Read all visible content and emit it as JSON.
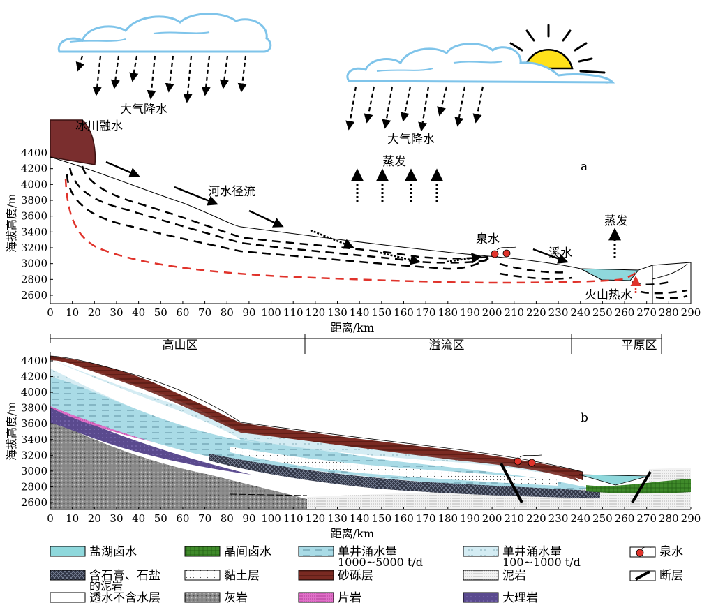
{
  "panel_a": {
    "label": "a",
    "ylabel": "海拔高度/m",
    "xlabel": "距离/km",
    "precip_left": "大气降水",
    "precip_right": "大气降水",
    "glacier": "冰川融水",
    "evap_mid": "蒸发",
    "evap_right": "蒸发",
    "river": "河水径流",
    "spring": "泉水",
    "stream": "溪水",
    "volcanic": "火山热水"
  },
  "panel_b": {
    "label": "b",
    "ylabel": "海拔高度/m",
    "xlabel": "距离/km",
    "zones": [
      "高山区",
      "溢流区",
      "平原区"
    ]
  },
  "axes": {
    "x_ticks": [
      "0",
      "10",
      "20",
      "30",
      "40",
      "50",
      "60",
      "70",
      "80",
      "90",
      "100",
      "110",
      "120",
      "130",
      "140",
      "150",
      "160",
      "170",
      "180",
      "190",
      "200",
      "210",
      "220",
      "230",
      "240",
      "250",
      "260",
      "270",
      "280",
      "290"
    ],
    "a_y_ticks": [
      "4400",
      "4200",
      "4000",
      "3800",
      "3600",
      "3400",
      "3200",
      "3000",
      "2800",
      "2600"
    ],
    "b_y_ticks": [
      "4400",
      "4200",
      "4000",
      "3800",
      "3600",
      "3400",
      "3200",
      "3000",
      "2800",
      "2600"
    ]
  },
  "legend": [
    {
      "label": "盐湖卤水",
      "swatch": "brine"
    },
    {
      "label": "晶间卤水",
      "swatch": "intercrystal"
    },
    {
      "label": "单井涌水量",
      "sub": "1000~5000 t/d",
      "swatch": "high_yield"
    },
    {
      "label": "单井涌水量",
      "sub": "100~1000 t/d",
      "swatch": "low_yield"
    },
    {
      "label": "泉水",
      "swatch": "spring"
    },
    {
      "label": "含石膏、石盐",
      "sub": "的泥岩",
      "swatch": "gypsum"
    },
    {
      "label": "黏土层",
      "swatch": "clay"
    },
    {
      "label": "砂砾层",
      "swatch": "gravel"
    },
    {
      "label": "泥岩",
      "swatch": "mudstone"
    },
    {
      "label": "断层",
      "swatch": "fault"
    },
    {
      "label": "透水不含水层",
      "swatch": "permeable"
    },
    {
      "label": "灰岩",
      "swatch": "limestone"
    },
    {
      "label": "片岩",
      "swatch": "schist"
    },
    {
      "label": "大理岩",
      "swatch": "marble"
    }
  ],
  "colors": {
    "cloud": "#7fc4ea",
    "sun": "#ffe11a",
    "glacier": "#7a2e2e",
    "lake": "#8fd8dc",
    "gravel": "#7a2a22",
    "aquifer_light": "#c4e6ef",
    "aquifer_light2": "#d7edf4",
    "schist": "#e070c8",
    "marble": "#5a4a8e",
    "limestone": "#8a8a8a",
    "gypsum": "#2f3444",
    "intercrystal": "#3f8a2a",
    "red_dash": "#e0332b"
  }
}
